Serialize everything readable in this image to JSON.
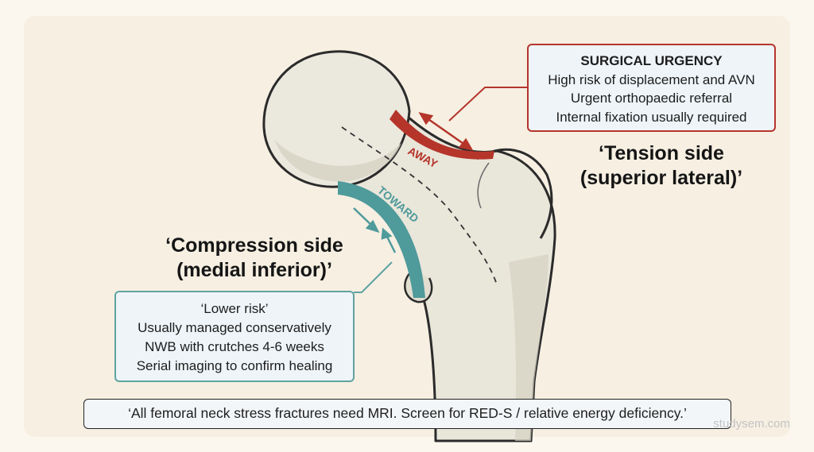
{
  "urgency_box": {
    "title": "SURGICAL URGENCY",
    "lines": [
      "High risk of displacement and AVN",
      "Urgent orthopaedic referral",
      "Internal fixation usually required"
    ]
  },
  "tension_label": {
    "line1": "‘Tension side",
    "line2": "(superior lateral)’"
  },
  "compression_label": {
    "line1": "‘Compression side",
    "line2": "(medial inferior)’"
  },
  "lower_risk_box": {
    "lines": [
      "‘Lower risk’",
      "Usually managed conservatively",
      "NWB with crutches 4-6 weeks",
      "Serial imaging to confirm healing"
    ]
  },
  "bone_labels": {
    "away": "AWAY",
    "toward": "TOWARD"
  },
  "footer_note": "‘All femoral neck stress fractures need MRI. Screen for RED-S / relative energy deficiency.’",
  "watermark": "studysem.com",
  "colors": {
    "background": "#fbf7ef",
    "bone": "#e9e6da",
    "bone_outline": "#2b2b2b",
    "tension_red": "#b5352b",
    "compression_teal": "#4f9a9b",
    "box_fill": "#eef4f8"
  }
}
